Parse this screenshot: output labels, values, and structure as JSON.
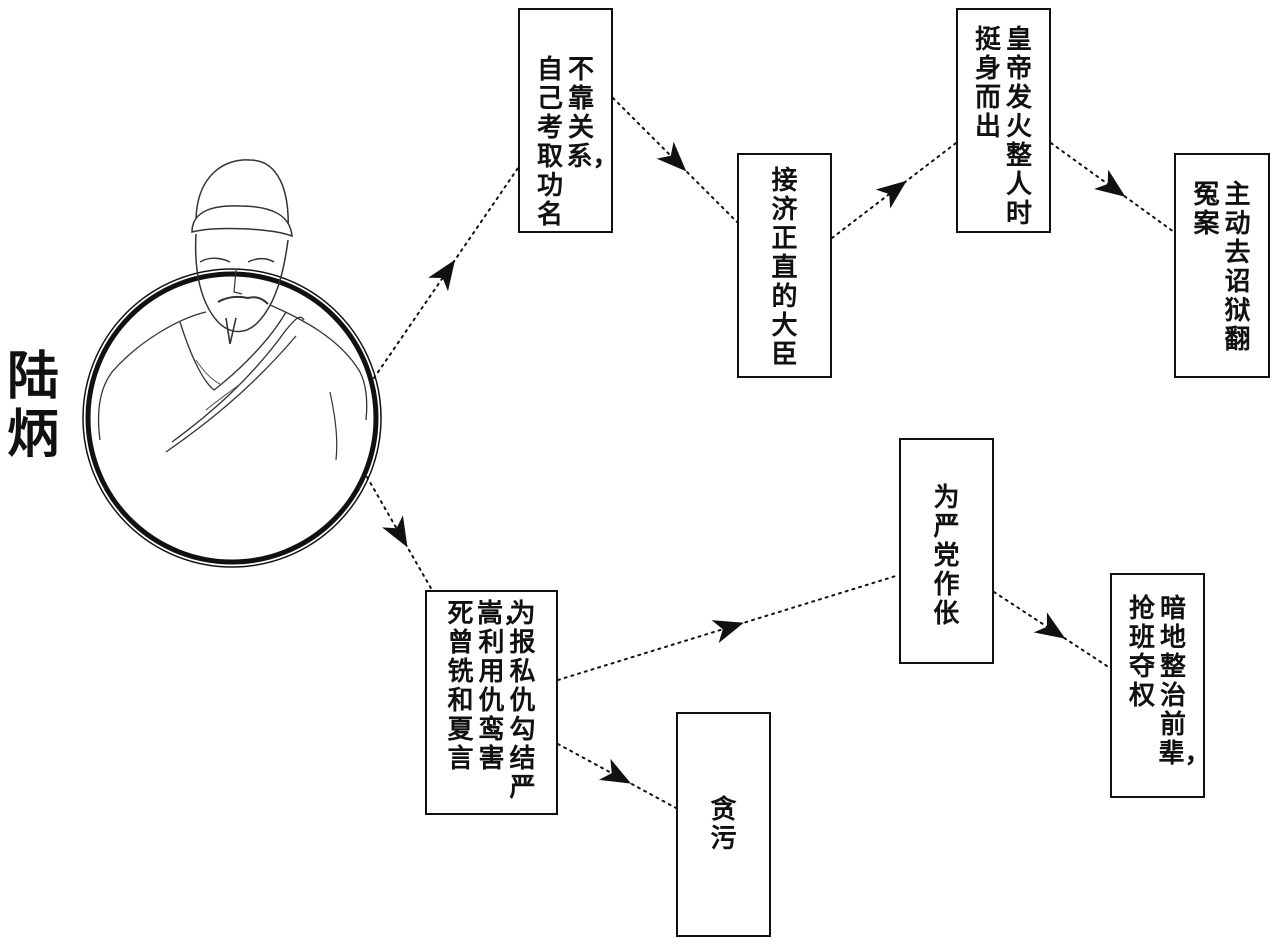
{
  "title": "陆炳",
  "nodes": [
    {
      "id": "n1",
      "lines": [
        "不靠关系，",
        "自己考取功名"
      ]
    },
    {
      "id": "n2",
      "lines": [
        "接济正直的大臣"
      ]
    },
    {
      "id": "n3",
      "lines": [
        "皇帝发火整人时",
        "挺身而出"
      ]
    },
    {
      "id": "n4",
      "lines": [
        "主动去诏狱翻",
        "冤案"
      ]
    },
    {
      "id": "n5",
      "lines": [
        "为报私仇勾结严",
        "嵩，利用仇鸾害",
        "死曾铣和夏言"
      ]
    },
    {
      "id": "n6",
      "lines": [
        "为严党作伥"
      ]
    },
    {
      "id": "n7",
      "lines": [
        "暗地整治前辈，",
        "抢班夺权"
      ]
    },
    {
      "id": "n8",
      "lines": [
        "贪污"
      ]
    }
  ],
  "edges": [
    {
      "from": "portrait",
      "to": "n1"
    },
    {
      "from": "n1",
      "to": "n2"
    },
    {
      "from": "n2",
      "to": "n3"
    },
    {
      "from": "n3",
      "to": "n4"
    },
    {
      "from": "portrait",
      "to": "n5"
    },
    {
      "from": "n5",
      "to": "n6"
    },
    {
      "from": "n6",
      "to": "n7"
    },
    {
      "from": "n5",
      "to": "n8"
    }
  ]
}
